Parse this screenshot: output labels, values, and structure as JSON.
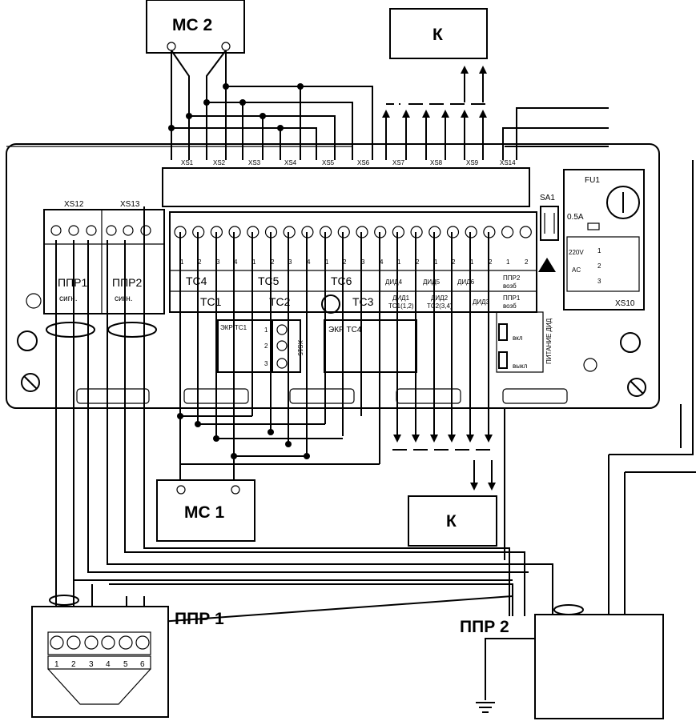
{
  "labels": {
    "mc2": "МС 2",
    "mc1": "МС 1",
    "k_top": "К",
    "k_bottom": "К",
    "ppr1_bottom": "ППР 1",
    "ppr2_bottom": "ППР 2",
    "fu1": "FU1",
    "fuse_rating": "0.5A",
    "sa1": "SA1",
    "xs10": "XS10",
    "v220": "220V",
    "ac": "AC",
    "power_did": "ПИТАНИЕ ДИД",
    "vkl": "вкл",
    "vykl": "выкл",
    "xs15": "XS15"
  },
  "top_connectors": [
    "XS1",
    "XS2",
    "XS3",
    "XS4",
    "XS5",
    "XS6",
    "XS7",
    "XS8",
    "XS9",
    "XS14"
  ],
  "ppr_modules": [
    {
      "connector": "XS12",
      "name": "ППР1",
      "sub": "сигн."
    },
    {
      "connector": "XS13",
      "name": "ППР2",
      "sub": "сигн."
    }
  ],
  "terminal_pins": [
    "1",
    "2",
    "3",
    "4",
    "1",
    "2",
    "3",
    "4",
    "1",
    "2",
    "3",
    "4",
    "1",
    "2",
    "1",
    "2",
    "1",
    "2",
    "1",
    "2"
  ],
  "tc_top_labels": [
    "ТС4",
    "ТС5",
    "ТС6"
  ],
  "tc_bottom_labels": [
    "ТС1",
    "ТС2",
    "ТС3"
  ],
  "did_labels": [
    {
      "name": "ДИД4",
      "sub": ""
    },
    {
      "name": "ДИД5",
      "sub": ""
    },
    {
      "name": "ДИД6",
      "sub": ""
    },
    {
      "name": "ППР2",
      "sub": "возб"
    }
  ],
  "did_bottom_labels": [
    {
      "name": "ДИД1",
      "sub": "ТС1(1,2)"
    },
    {
      "name": "ДИД2",
      "sub": "ТС2(3,4)"
    },
    {
      "name": "ДИД3",
      "sub": ""
    },
    {
      "name": "ППР1",
      "sub": "возб"
    }
  ],
  "ekr_blocks": [
    {
      "name": "ЭКР ТС1",
      "pins": [
        "1",
        "2",
        "3"
      ]
    },
    {
      "name": "ЭКР ТС4",
      "pins": []
    }
  ],
  "xs10_pins": [
    "1",
    "2",
    "3"
  ],
  "ppr1_terminals": [
    "1",
    "2",
    "3",
    "4",
    "5",
    "6"
  ]
}
